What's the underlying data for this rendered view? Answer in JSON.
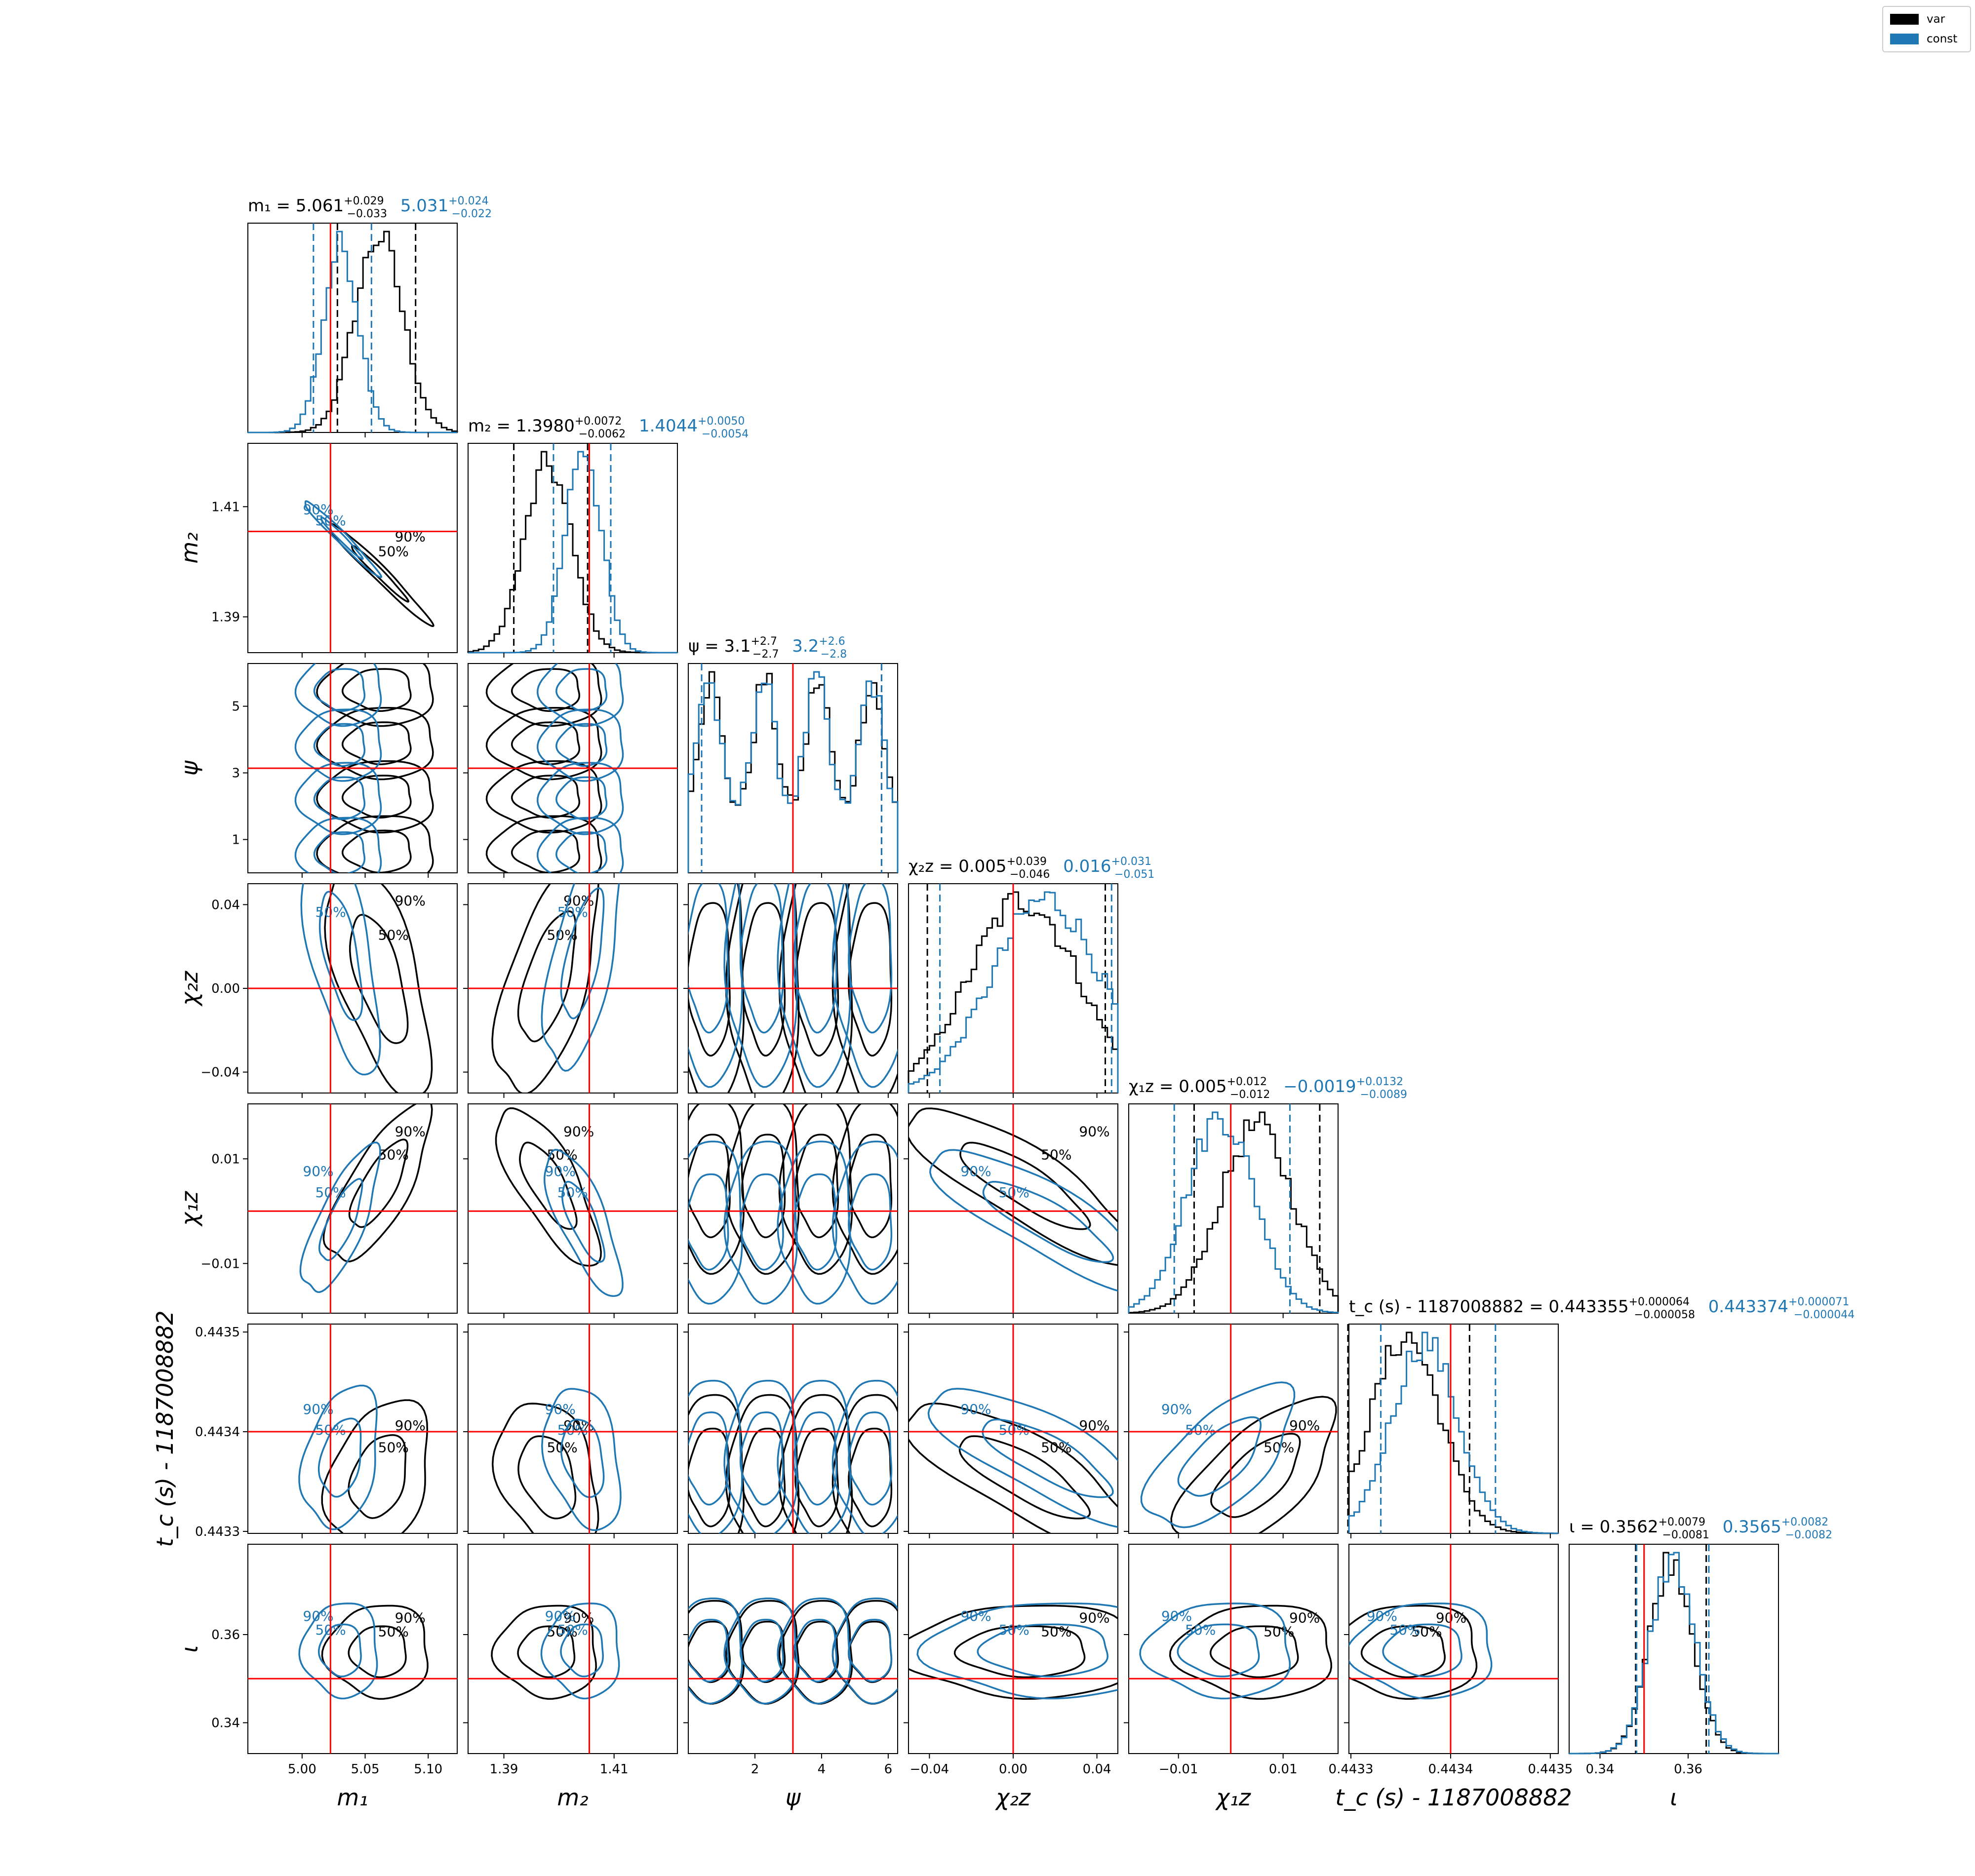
{
  "legend": {
    "items": [
      {
        "label": "var",
        "color": "#000000"
      },
      {
        "label": "const",
        "color": "#1f77b4"
      }
    ]
  },
  "chart_data": {
    "type": "corner",
    "series": [
      {
        "name": "var",
        "color": "#000000"
      },
      {
        "name": "const",
        "color": "#1f77b4"
      }
    ],
    "truth_color": "#ff0000",
    "contour_levels": [
      "50%",
      "90%"
    ],
    "parameters": [
      {
        "label": "m₁",
        "axis_label": "m₁",
        "lim": [
          4.957,
          5.123
        ],
        "truth": 5.0225,
        "ticks": [
          {
            "v": 5.0,
            "t": "5.00"
          },
          {
            "v": 5.05,
            "t": "5.05"
          },
          {
            "v": 5.1,
            "t": "5.10"
          }
        ],
        "var": {
          "median": 5.061,
          "plus": 0.029,
          "minus": 0.033,
          "text": "5.061",
          "plus_text": "+0.029",
          "minus_text": "−0.033",
          "sd": 0.019
        },
        "const": {
          "median": 5.031,
          "plus": 0.024,
          "minus": 0.022,
          "text": "5.031",
          "plus_text": "+0.024",
          "minus_text": "−0.022",
          "sd": 0.014
        }
      },
      {
        "label": "m₂",
        "axis_label": "m₂",
        "lim": [
          1.3835,
          1.4215
        ],
        "truth": 1.4055,
        "ticks": [
          {
            "v": 1.39,
            "t": "1.39"
          },
          {
            "v": 1.41,
            "t": "1.41"
          }
        ],
        "var": {
          "median": 1.398,
          "plus": 0.0072,
          "minus": 0.0062,
          "text": "1.3980",
          "plus_text": "+0.0072",
          "minus_text": "−0.0062",
          "sd": 0.0043
        },
        "const": {
          "median": 1.4044,
          "plus": 0.005,
          "minus": 0.0054,
          "text": "1.4044",
          "plus_text": "+0.0050",
          "minus_text": "−0.0054",
          "sd": 0.0032
        }
      },
      {
        "label": "ψ",
        "axis_label": "ψ",
        "lim": [
          0.0,
          6.283
        ],
        "truth": 3.14,
        "ticks": [
          {
            "v": 2,
            "t": "2"
          },
          {
            "v": 4,
            "t": "4"
          },
          {
            "v": 6,
            "t": "6"
          }
        ],
        "yticks": [
          {
            "v": 1,
            "t": "1"
          },
          {
            "v": 3,
            "t": "3"
          },
          {
            "v": 5,
            "t": "5"
          }
        ],
        "var": {
          "median": 3.1,
          "plus": 2.7,
          "minus": 2.7,
          "text": "3.1",
          "plus_text": "+2.7",
          "minus_text": "−2.7",
          "sd": 1.6
        },
        "const": {
          "median": 3.2,
          "plus": 2.6,
          "minus": 2.8,
          "text": "3.2",
          "plus_text": "+2.6",
          "minus_text": "−2.8",
          "sd": 1.6
        }
      },
      {
        "label": "χ₂z",
        "axis_label": "χ₂z",
        "lim": [
          -0.05,
          0.05
        ],
        "truth": 0.0,
        "ticks": [
          {
            "v": -0.04,
            "t": "−0.04"
          },
          {
            "v": 0.0,
            "t": "0.00"
          },
          {
            "v": 0.04,
            "t": "0.04"
          }
        ],
        "var": {
          "median": 0.005,
          "plus": 0.039,
          "minus": 0.046,
          "text": "0.005",
          "plus_text": "+0.039",
          "minus_text": "−0.046",
          "sd": 0.026
        },
        "const": {
          "median": 0.016,
          "plus": 0.031,
          "minus": 0.051,
          "text": "0.016",
          "plus_text": "+0.031",
          "minus_text": "−0.051",
          "sd": 0.026
        }
      },
      {
        "label": "χ₁z",
        "axis_label": "χ₁z",
        "lim": [
          -0.0195,
          0.0205
        ],
        "truth": 0.0,
        "ticks": [
          {
            "v": -0.01,
            "t": "−0.01"
          },
          {
            "v": 0.01,
            "t": "0.01"
          }
        ],
        "var": {
          "median": 0.005,
          "plus": 0.012,
          "minus": 0.012,
          "text": "0.005",
          "plus_text": "+0.012",
          "minus_text": "−0.012",
          "sd": 0.007
        },
        "const": {
          "median": -0.0019,
          "plus": 0.0132,
          "minus": 0.0089,
          "text": "−0.0019",
          "plus_text": "+0.0132",
          "minus_text": "−0.0089",
          "sd": 0.0065
        }
      },
      {
        "label": "t_c (s) - 1187008882",
        "axis_label": "t_c (s) - 1187008882",
        "lim": [
          0.443298,
          0.443508
        ],
        "truth": 0.4434,
        "ticks": [
          {
            "v": 0.4433,
            "t": "0.4433"
          },
          {
            "v": 0.4434,
            "t": "0.4434"
          },
          {
            "v": 0.4435,
            "t": "0.4435"
          }
        ],
        "var": {
          "median": 0.443355,
          "plus": 6.4e-05,
          "minus": 5.8e-05,
          "text": "0.443355",
          "plus_text": "+0.000064",
          "minus_text": "−0.000058",
          "sd": 3.5e-05
        },
        "const": {
          "median": 0.443374,
          "plus": 7.1e-05,
          "minus": 4.4e-05,
          "text": "0.443374",
          "plus_text": "+0.000071",
          "minus_text": "−0.000044",
          "sd": 3.3e-05
        }
      },
      {
        "label": "ι",
        "axis_label": "ι",
        "lim": [
          0.333,
          0.3805
        ],
        "truth": 0.35,
        "ticks": [
          {
            "v": 0.34,
            "t": "0.34"
          },
          {
            "v": 0.36,
            "t": "0.36"
          }
        ],
        "var": {
          "median": 0.3562,
          "plus": 0.0079,
          "minus": 0.0081,
          "text": "0.3562",
          "plus_text": "+0.0079",
          "minus_text": "−0.0081",
          "sd": 0.0049
        },
        "const": {
          "median": 0.3565,
          "plus": 0.0082,
          "minus": 0.0082,
          "text": "0.3565",
          "plus_text": "+0.0082",
          "minus_text": "−0.0082",
          "sd": 0.005
        }
      }
    ],
    "correlations": {
      "var": {
        "1,0": -0.98,
        "3,0": -0.6,
        "3,1": 0.6,
        "4,0": 0.75,
        "4,1": -0.75,
        "4,3": -0.85,
        "5,0": 0.3,
        "5,1": -0.3,
        "5,3": -0.8,
        "5,4": 0.65
      },
      "const": {
        "1,0": -0.98,
        "3,0": -0.6,
        "3,1": 0.6,
        "4,0": 0.75,
        "4,1": -0.75,
        "4,3": -0.85,
        "5,0": 0.3,
        "5,1": -0.3,
        "5,3": -0.8,
        "5,4": 0.65
      }
    }
  }
}
